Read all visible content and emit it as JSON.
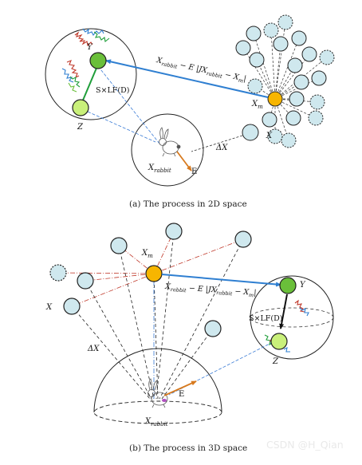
{
  "panel_2d": {
    "caption": "(a) The process in 2D space",
    "labels": {
      "y": "Y",
      "z": "Z",
      "x": "X",
      "xm": "X",
      "xm_sub": "m",
      "xrabbit": "X",
      "xrabbit_sub": "rabbit",
      "e": "E",
      "delta_x": "ΔX",
      "levy": "S×LF(D)",
      "formula_a": "X",
      "formula_a_sub": "rabbit",
      "formula_b": " − E |JX",
      "formula_b_sub": "rabbit",
      "formula_c": " − X",
      "formula_c_sub": "m",
      "formula_d": "|"
    }
  },
  "panel_3d": {
    "caption": "(b) The process in 3D space",
    "labels": {
      "y": "Y",
      "z": "Z",
      "x": "X",
      "xm": "X",
      "xm_sub": "m",
      "xrabbit": "X",
      "xrabbit_sub": "rabbit",
      "e": "E",
      "delta_x": "ΔX",
      "levy": "S×LF(D)",
      "formula_a": "X",
      "formula_a_sub": "rabbit",
      "formula_b": " − E |JX",
      "formula_b_sub": "rabbit",
      "formula_c": " − X",
      "formula_c_sub": "m",
      "formula_d": "|"
    }
  },
  "watermark": "CSDN @H_Qian",
  "colors": {
    "hawk_fill": "#cfe8ee",
    "mean_fill": "#f7b500",
    "y_fill": "#6abf3a",
    "z_fill": "#c9f07a",
    "blue_arrow": "#2f7fd1",
    "orange_arrow": "#d77a1f",
    "red_dash": "#c0392b",
    "blue_dash": "#3a7bd5",
    "green_line": "#1f9e3a"
  }
}
